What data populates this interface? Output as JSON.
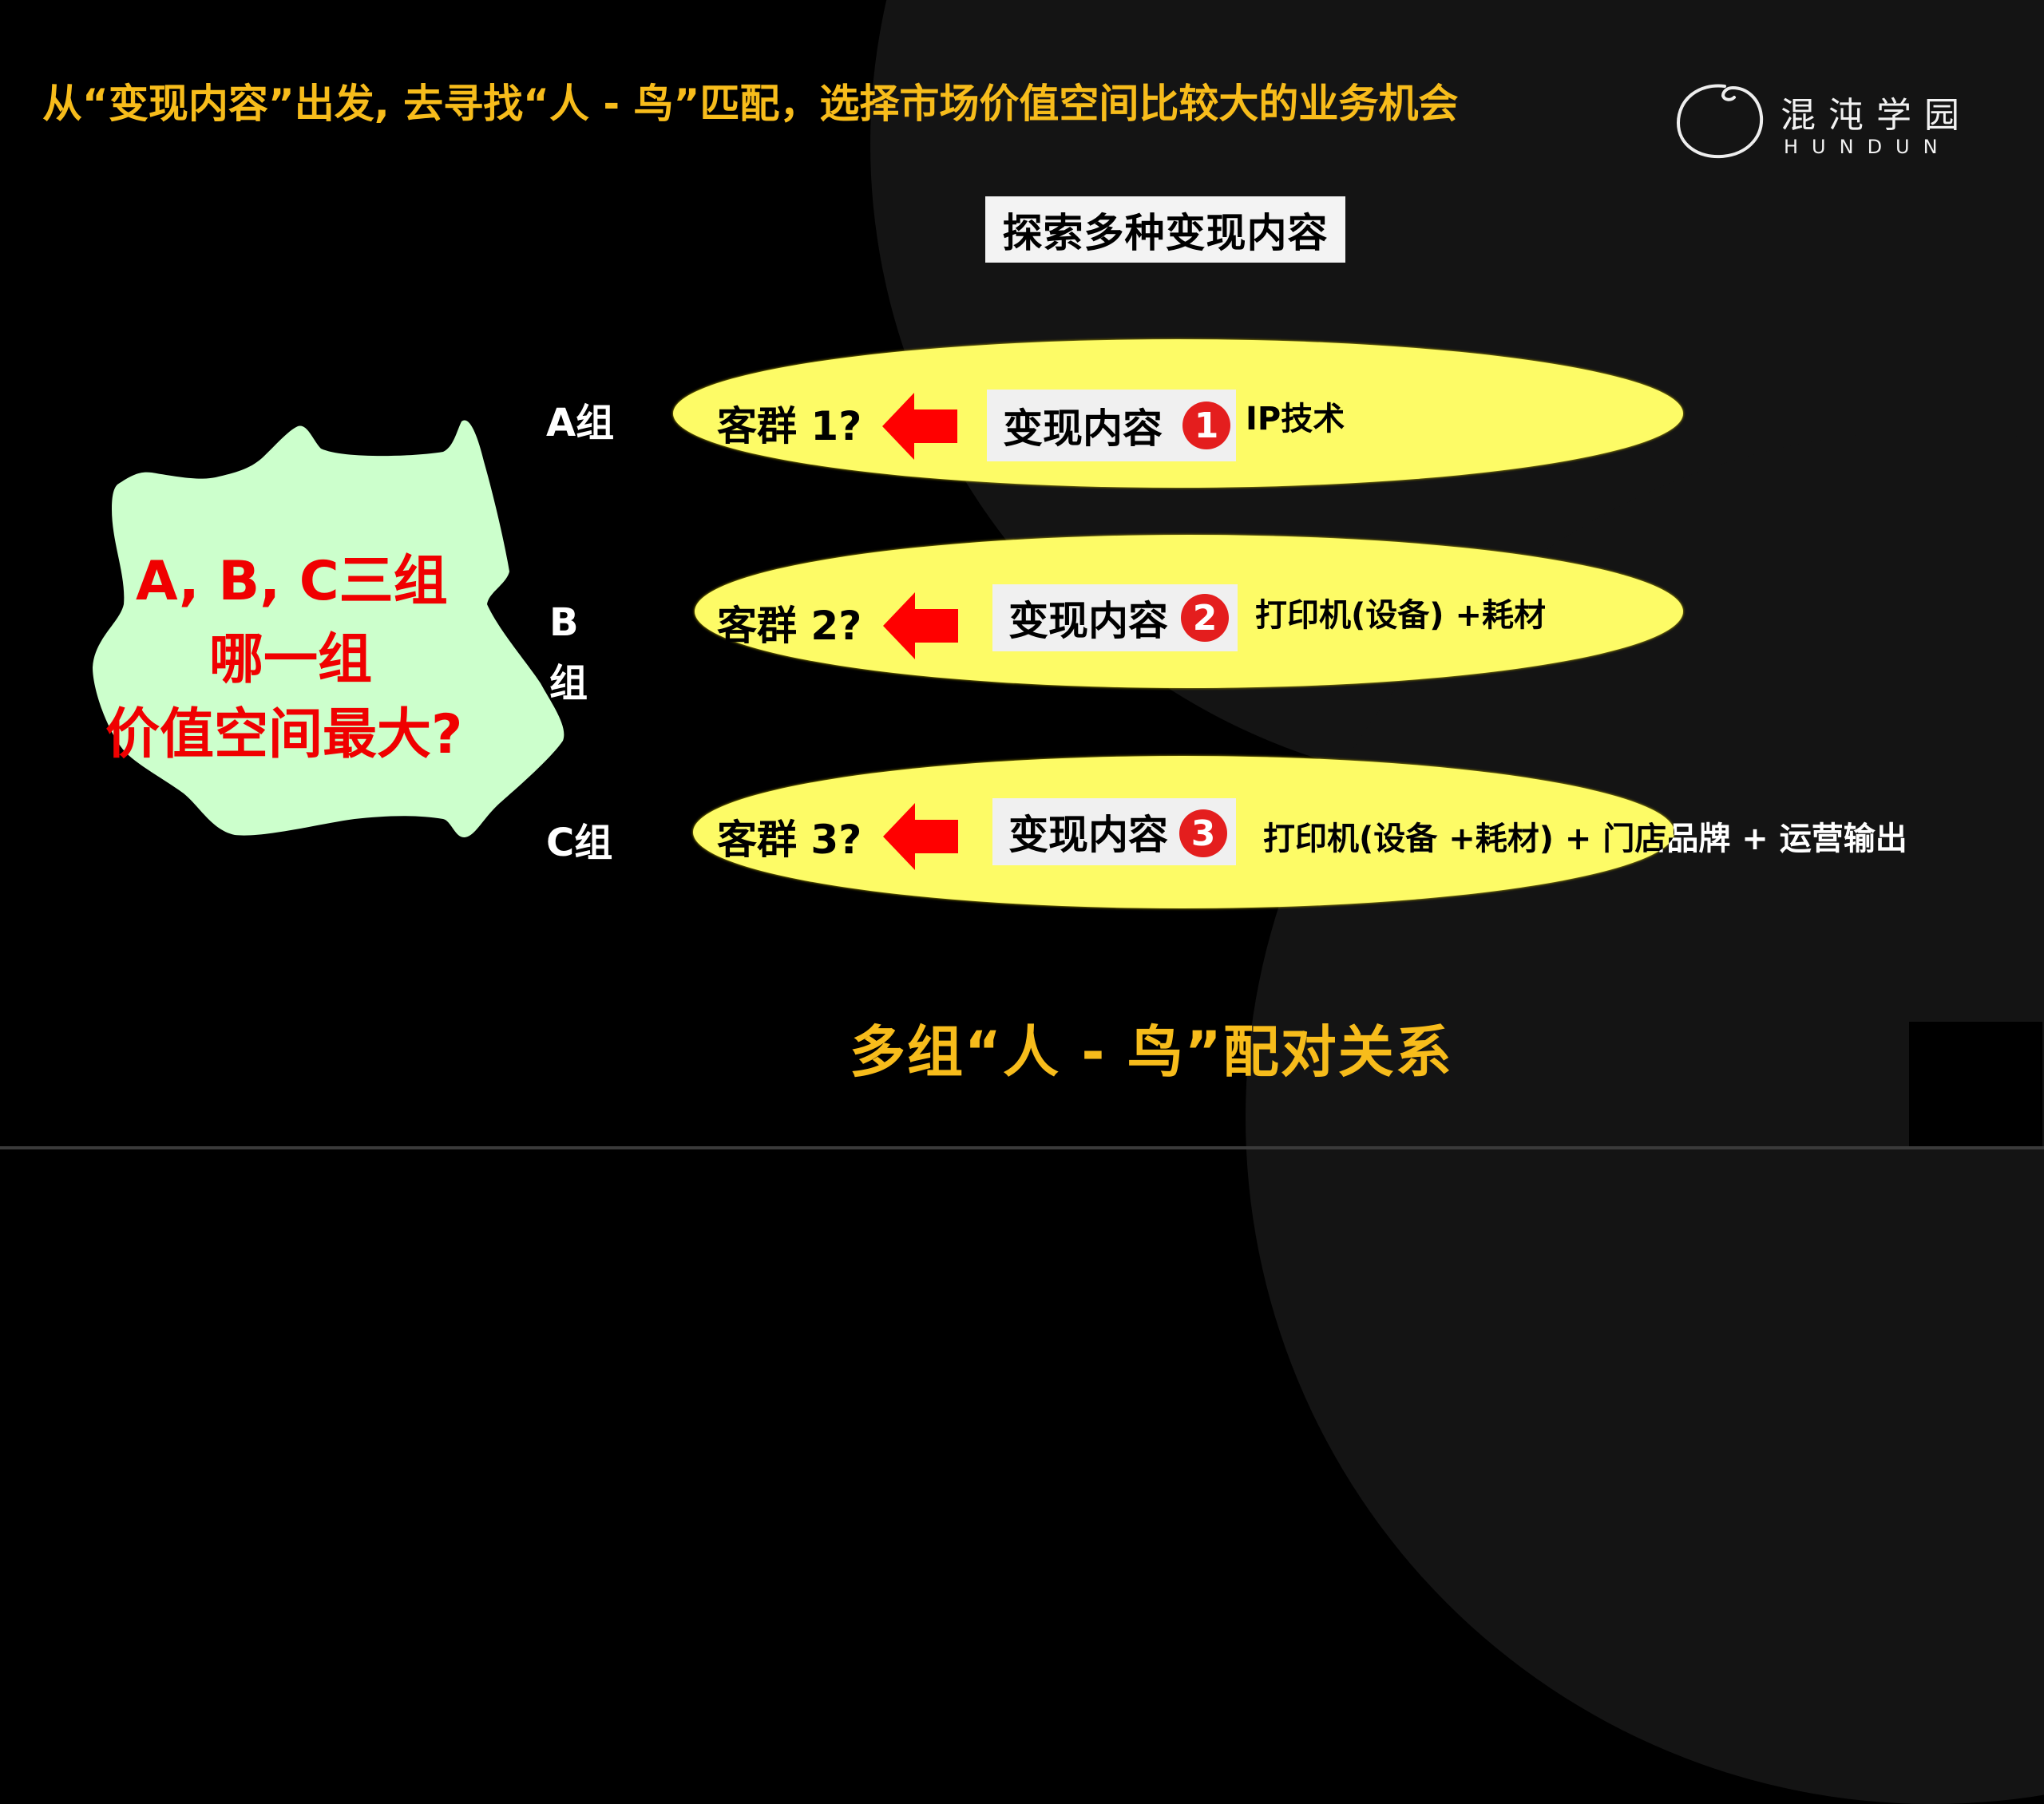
{
  "header": {
    "title": "从“变现内容”出发, 去寻找“人 - 鸟”匹配，选择市场价值空间比较大的业务机会",
    "title_color": "#F7BC1B"
  },
  "logo": {
    "name_cn": "混沌学园",
    "name_en": "HUNDUN",
    "icon": "enso-circle-icon"
  },
  "explore_box": {
    "label": "探索多种变现内容"
  },
  "callout": {
    "line1": "A, B, C三组",
    "line2": "哪一组",
    "line3": "价值空间最大?",
    "text_color": "#F00000",
    "fill_color": "#CCFFCC"
  },
  "groups": [
    {
      "group_label": "A组",
      "customer_label": "客群 1?",
      "content_label": "变现内容",
      "badge": "1",
      "description": "IP技术"
    },
    {
      "group_label_line1": "B",
      "group_label_line2": "组",
      "customer_label": "客群 2?",
      "content_label": "变现内容",
      "badge": "2",
      "description": "打印机(设备) +耗材"
    },
    {
      "group_label": "C组",
      "customer_label": "客群 3?",
      "content_label": "变现内容",
      "badge": "3",
      "description": "打印机(设备 +耗材) + 门店品牌 + 运营输出"
    }
  ],
  "colors": {
    "ellipse_fill": "#FDFB66",
    "arrow": "#FF0000",
    "badge": "#E41E1E",
    "background": "#000000"
  },
  "footer": {
    "title": "多组“人 - 鸟”配对关系"
  }
}
